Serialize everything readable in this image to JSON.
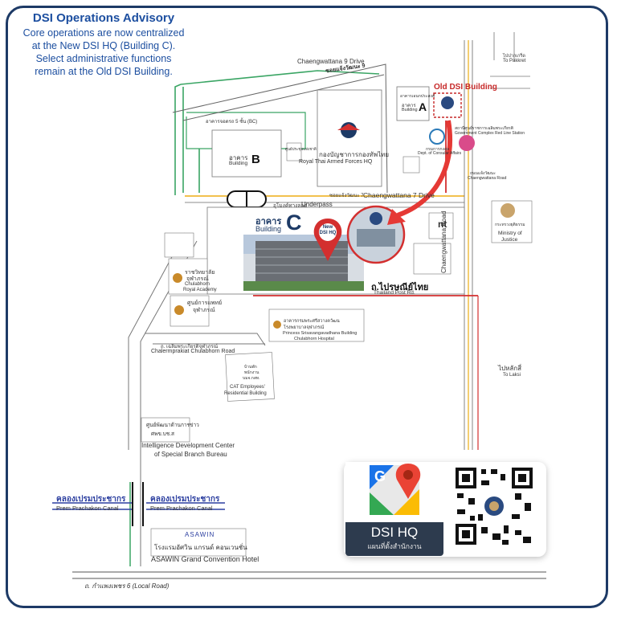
{
  "advisory": {
    "title": "DSI Operations Advisory",
    "lines": [
      "Core operations are now centralized",
      "at the New DSI HQ (Building C).",
      "Select administrative functions",
      "remain at the Old DSI Building."
    ]
  },
  "roads": {
    "chaeng9_en": "Chaengwattana 9 Drive",
    "chaeng9_th": "ซอยแจ้งวัฒนะ 9",
    "chaeng7_th": "ซอยแจ้งวัฒนะ 7",
    "chaeng7_en": "Chaengwattana 7 Drive",
    "underpass_th": "อุโมงค์ทางลอด",
    "underpass_en": "Underpass",
    "chaeng_road": "Chaengwattana Road",
    "post_th": "ถ.ไปรษณีย์ไทย",
    "post_en": "Thailand Post Rd.",
    "chalerm_th": "ถ. เฉลิมพระเกียรติจุฬาภรณ์",
    "chalerm_en": "Chalermprakiat Chulabhorn Road",
    "local_road": "ถ. กำแพงเพชร 6 (Local Road)",
    "canal_th": "คลองเปรมประชากร",
    "canal_en": "Prem Prachakon Canal"
  },
  "directions": {
    "pakkret_th": "ไปปากเกร็ด",
    "pakkret_en": "To Pakkret",
    "laksi_th": "ไปหลักสี่",
    "laksi_en": "To Laksi"
  },
  "buildings": {
    "a_th": "อาคารเอนกประสงค์",
    "a_th2": "อาคาร",
    "a_en": "Building",
    "a_letter": "A",
    "parking_b": "อาคารจอดรถ 5 ชั้น (BC)",
    "b_th": "อาคาร",
    "b_en": "Building",
    "b_letter": "B",
    "b_small": "ศูนย์ประชุมแห่งชาติ",
    "c_th": "อาคาร",
    "c_en": "Building",
    "c_letter": "C",
    "army_th": "กองบัญชาการกองทัพไทย",
    "army_en": "Royal Thai Armed Forces HQ",
    "old_dsi": "Old DSI Building",
    "new_dsi": "New DSI HQ",
    "consular_th": "กรมการกงสุล",
    "consular_en": "Dept. of Consular Affairs",
    "redline_th": "สถานีศูนย์ราชการเฉลิมพระเกียรติ",
    "redline_en": "Government Complex Red Line Station",
    "ktb_th": "ถนนแจ้งวัฒนะ",
    "ktb_en": "Chaengwattana Road",
    "justice_th": "กระทรวงยุติธรรม",
    "justice_en1": "Ministry of",
    "justice_en2": "Justice",
    "nt": "nt",
    "royal_acad_th1": "ราชวิทยาลัย",
    "royal_acad_th2": "จุฬาภรณ์",
    "royal_acad_en1": "Chulabhorn",
    "royal_acad_en2": "Royal Academy",
    "med_th1": "ศูนย์การแพทย์",
    "med_th2": "จุฬาภรณ์",
    "hospital_th1": "อาคารกรมพระศรีสวางควัฒน",
    "hospital_th2": "โรงพยาบาลจุฬาภรณ์",
    "hospital_en1": "Princess Srisavangavadhana Building",
    "hospital_en2": "Chulabhorn Hospital",
    "cat_th1": "บ้านพัก",
    "cat_th2": "พนักงาน",
    "cat_th3": "บมจ.กสท.",
    "cat_en1": "CAT Employees'",
    "cat_en2": "Residential Building",
    "intel_th1": "ศูนย์พัฒนาด้านการข่าว",
    "intel_th2": "ศพข.บช.ส",
    "intel_en1": "Intelligence Development Center",
    "intel_en2": "of Special Branch Bureau",
    "asawin_logo": "ASAWIN",
    "asawin_th": "โรงแรมอัศวิน แกรนด์ คอนเวนชั่น",
    "asawin_en": "ASAWIN Grand Convention Hotel"
  },
  "qr_card": {
    "name": "DSI HQ",
    "sub": "แผนที่ตั้งสำนักงาน"
  },
  "colors": {
    "frame": "#1d3a66",
    "advisory_text": "#1d4fa0",
    "arrow": "#e53935",
    "green_road": "#3aa564",
    "red_road": "#d32f2f",
    "yellow_road": "#f2c14e",
    "blue_canal": "#2c3fa0"
  }
}
